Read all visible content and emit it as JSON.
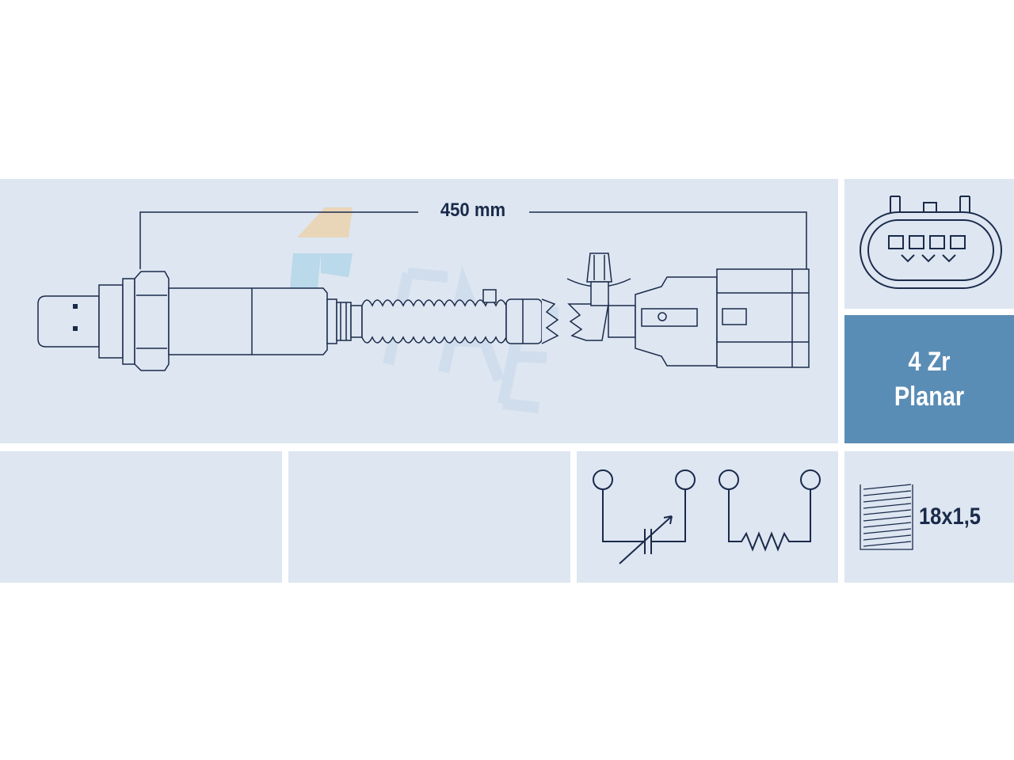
{
  "dimension": {
    "length_label": "450 mm"
  },
  "sensor_type": {
    "line1": "4 Zr",
    "line2": "Planar"
  },
  "thread": {
    "label": "18x1,5"
  },
  "colors": {
    "panel": "#dde6f1",
    "type_panel": "#5a8db5",
    "stroke": "#1a2a4a",
    "watermark_orange": "#f3c98a",
    "watermark_blue": "#9fd0e6"
  },
  "watermark": {
    "text": "FAE"
  }
}
